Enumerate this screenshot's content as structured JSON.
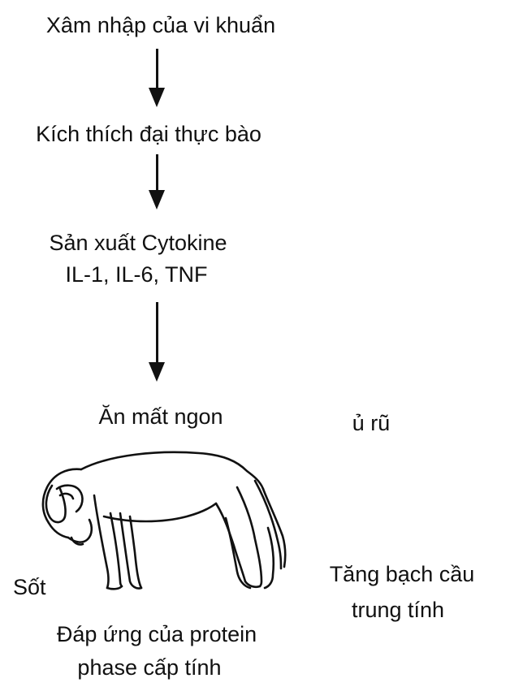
{
  "steps": {
    "invasion": "Xâm nhập của vi khuẩn",
    "macrophage": "Kích thích đại thực bào",
    "cytokine_line1": "Sản xuất Cytokine",
    "cytokine_line2": "IL-1, IL-6, TNF",
    "appetite": "Ăn mất ngon",
    "lethargy": "ủ rũ",
    "fever": "Sốt",
    "neutrophil_line1": "Tăng bạch cầu",
    "neutrophil_line2": "trung tính",
    "acute_line1": "Đáp ứng của protein",
    "acute_line2": "phase cấp tính"
  },
  "illustration": {
    "icon": "sick-dog-icon"
  }
}
